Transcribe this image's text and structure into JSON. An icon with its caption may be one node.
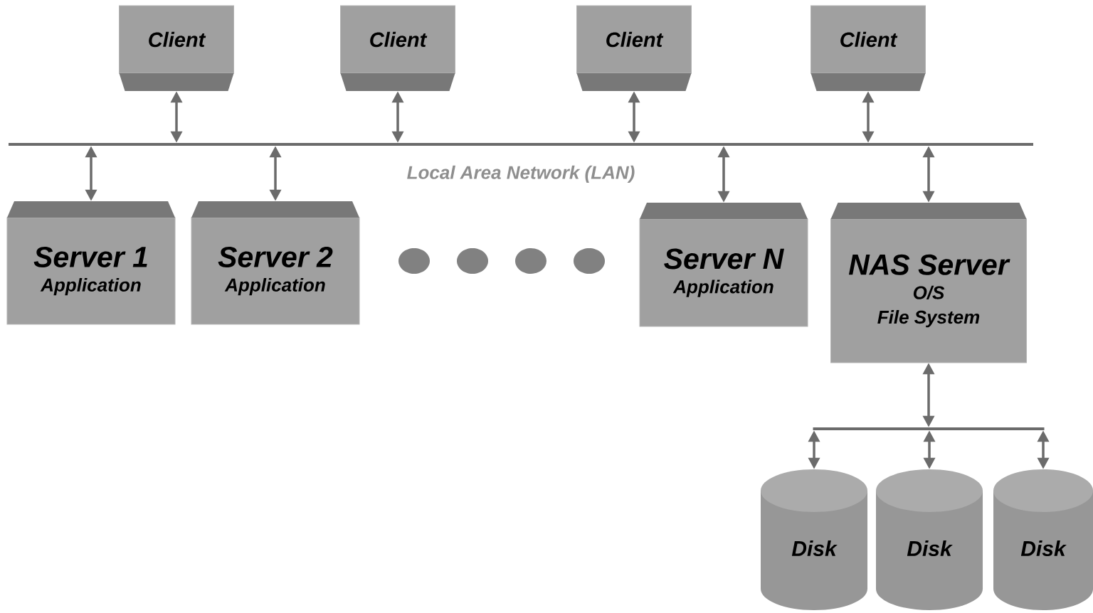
{
  "diagram": {
    "nodes": [
      {
        "text": [
          "Client"
        ]
      },
      {
        "text": [
          "Client"
        ]
      },
      {
        "text": [
          "Client"
        ]
      },
      {
        "text": [
          "Client"
        ]
      },
      {
        "text": [
          "Local Area Network (LAN)"
        ]
      },
      {
        "text": [
          "Server 1",
          "Application"
        ]
      },
      {
        "text": [
          "Server 2",
          "Application"
        ]
      },
      {
        "text": [
          "Server N",
          "Application"
        ]
      },
      {
        "text": [
          "NAS Server",
          "O/S",
          "File System"
        ]
      },
      {
        "text": [],
        "shape": "bar"
      },
      {
        "text": [
          "Disk"
        ]
      },
      {
        "text": [
          "Disk"
        ]
      },
      {
        "text": [
          "Disk"
        ]
      }
    ],
    "edges": [
      {
        "from": 0,
        "to": 4,
        "arrow": "both"
      },
      {
        "from": 1,
        "to": 4,
        "arrow": "both"
      },
      {
        "from": 2,
        "to": 4,
        "arrow": "both"
      },
      {
        "from": 3,
        "to": 4,
        "arrow": "both"
      },
      {
        "from": 4,
        "to": 5,
        "arrow": "both"
      },
      {
        "from": 4,
        "to": 6,
        "arrow": "both"
      },
      {
        "from": 4,
        "to": 7,
        "arrow": "both"
      },
      {
        "from": 4,
        "to": 8,
        "arrow": "both"
      },
      {
        "from": 8,
        "to": 9,
        "arrow": "both"
      },
      {
        "from": 9,
        "to": 10,
        "arrow": "both"
      },
      {
        "from": 9,
        "to": 11,
        "arrow": "both"
      },
      {
        "from": 9,
        "to": 12,
        "arrow": "both"
      }
    ]
  }
}
